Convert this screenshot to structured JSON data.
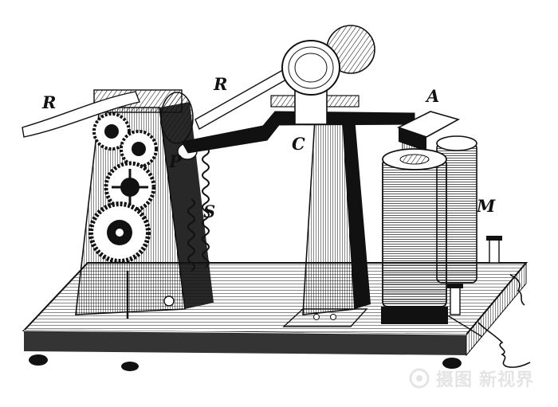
{
  "labels": {
    "r_left": "R",
    "r_top": "R",
    "a": "A",
    "c": "C",
    "p": "P",
    "s": "S",
    "m": "M"
  },
  "watermark": {
    "text_cn": "摄图",
    "text_cn_2": "新视界"
  },
  "colors": {
    "ink": "#111111",
    "paper": "#ffffff",
    "watermark": "#cfcfcf"
  }
}
